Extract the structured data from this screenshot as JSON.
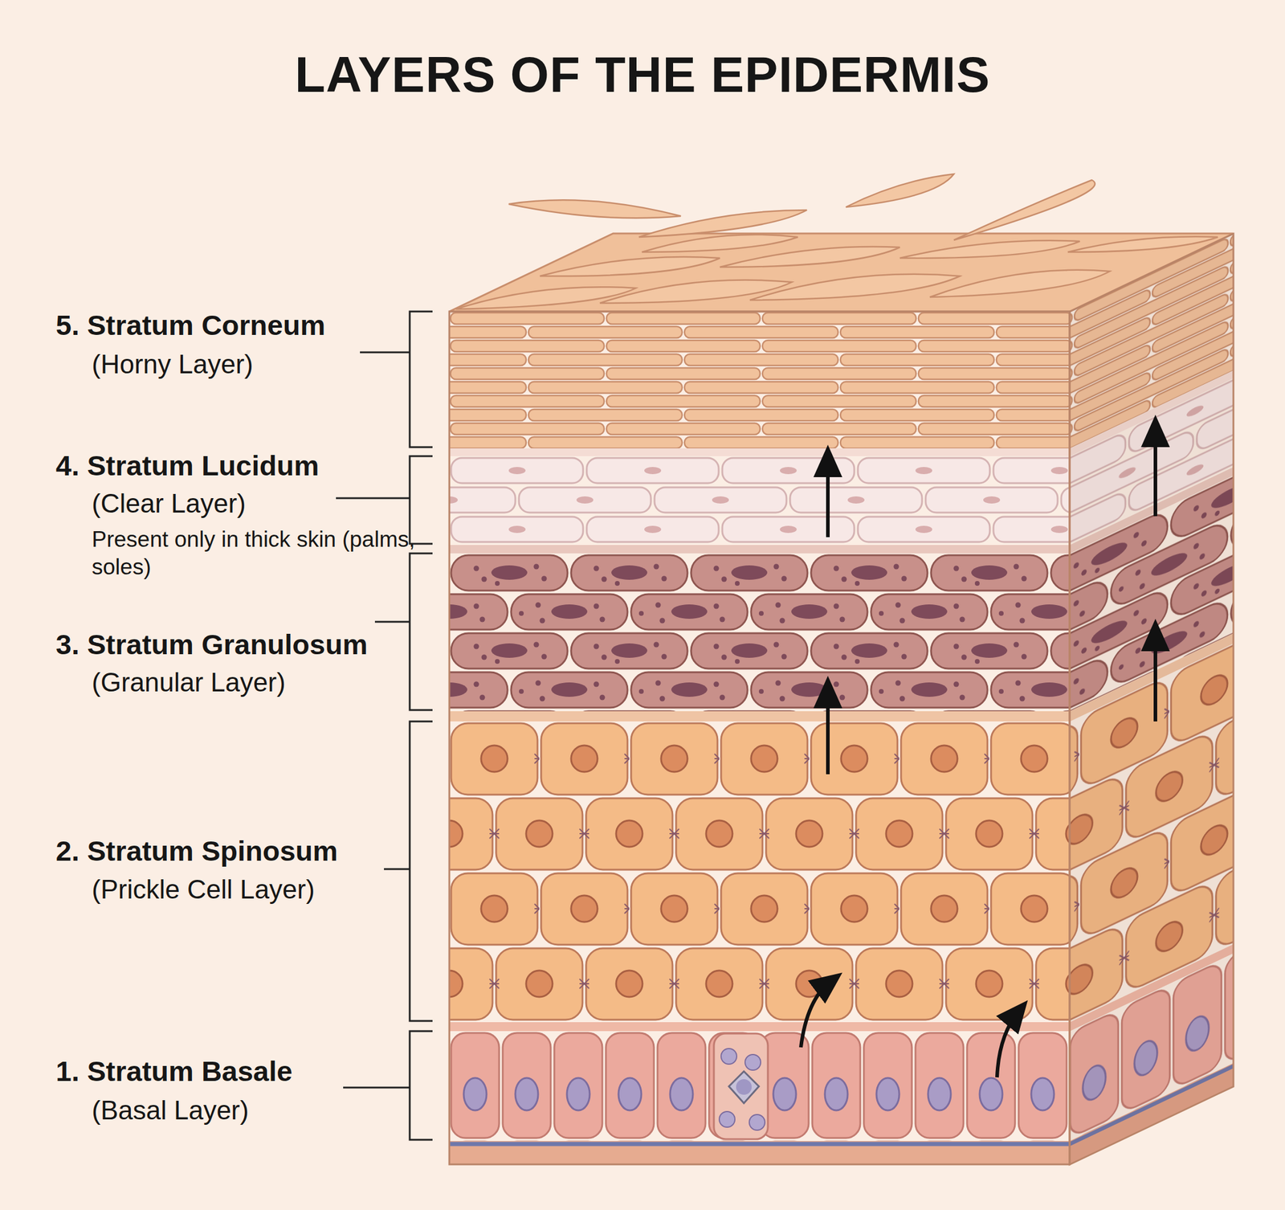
{
  "diagram": {
    "title": "LAYERS OF THE EPIDERMIS",
    "labels": [
      "5. Stratum Corneum",
      "(Horny Layer)",
      "4. Stratum Lucidum",
      "(Clear Layer)",
      "Present only in thick skin (palms, soles)",
      "3. Stratum Granulosum",
      "(Granular Layer)",
      "2. Stratum Spinosum",
      "(Prickle Cell Layer)",
      "1. Stratum Basale",
      "(Basal Layer)"
    ]
  }
}
